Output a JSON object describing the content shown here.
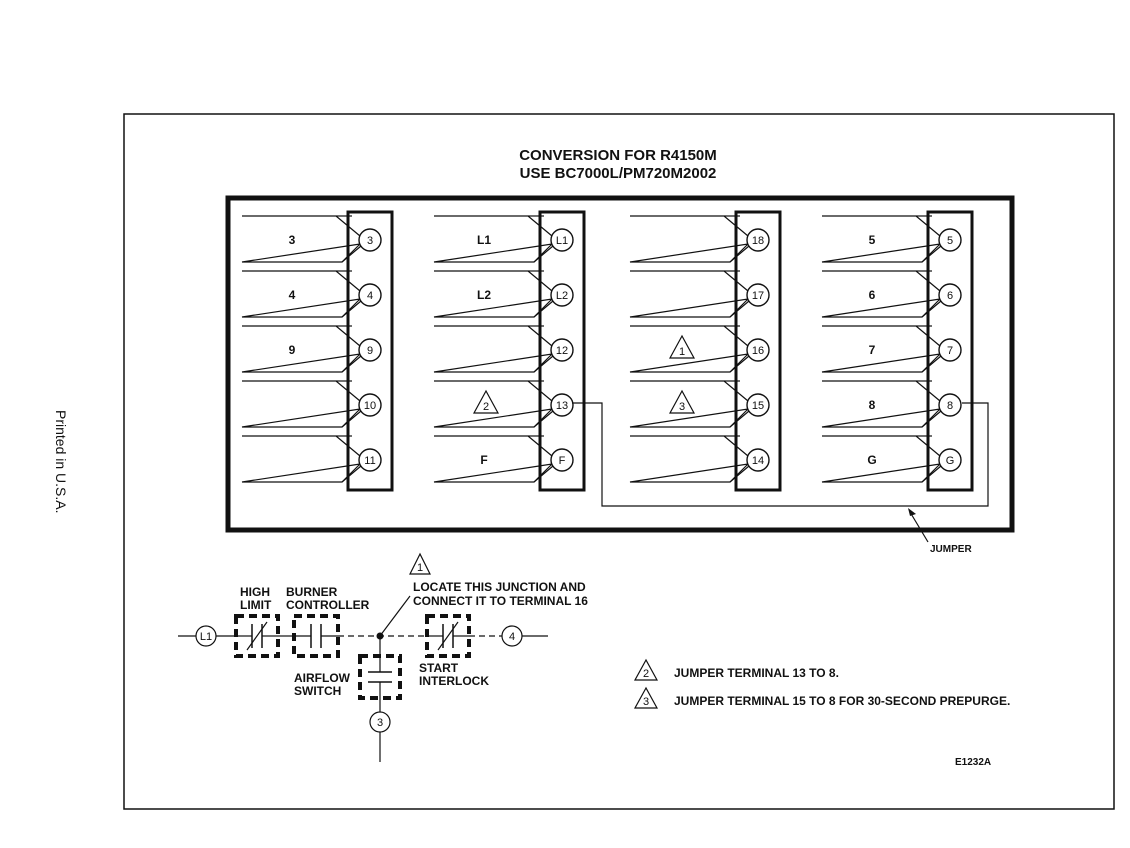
{
  "side_text": "Printed in U.S.A.",
  "title_line1": "CONVERSION FOR R4150M",
  "title_line2": "USE BC7000L/PM720M2002",
  "columns": [
    {
      "rows": [
        {
          "label": "3",
          "terminal": "3"
        },
        {
          "label": "4",
          "terminal": "4"
        },
        {
          "label": "9",
          "terminal": "9"
        },
        {
          "label": "",
          "terminal": "10"
        },
        {
          "label": "",
          "terminal": "11"
        }
      ]
    },
    {
      "rows": [
        {
          "label": "L1",
          "terminal": "L1"
        },
        {
          "label": "L2",
          "terminal": "L2"
        },
        {
          "label": "",
          "terminal": "12"
        },
        {
          "label": "",
          "terminal": "13",
          "note": "2"
        },
        {
          "label": "F",
          "terminal": "F"
        }
      ]
    },
    {
      "rows": [
        {
          "label": "",
          "terminal": "18"
        },
        {
          "label": "",
          "terminal": "17"
        },
        {
          "label": "",
          "terminal": "16",
          "note": "1"
        },
        {
          "label": "",
          "terminal": "15",
          "note": "3"
        },
        {
          "label": "",
          "terminal": "14"
        }
      ]
    },
    {
      "rows": [
        {
          "label": "5",
          "terminal": "5"
        },
        {
          "label": "6",
          "terminal": "6"
        },
        {
          "label": "7",
          "terminal": "7"
        },
        {
          "label": "8",
          "terminal": "8"
        },
        {
          "label": "G",
          "terminal": "G"
        }
      ]
    }
  ],
  "jumper_label": "JUMPER",
  "schematic": {
    "note_marker": "1",
    "locate_line1": "LOCATE THIS JUNCTION AND",
    "locate_line2": "CONNECT IT TO TERMINAL 16",
    "high_limit_line1": "HIGH",
    "high_limit_line2": "LIMIT",
    "burner_line1": "BURNER",
    "burner_line2": "CONTROLLER",
    "airflow_line1": "AIRFLOW",
    "airflow_line2": "SWITCH",
    "start_line1": "START",
    "start_line2": "INTERLOCK",
    "terminal_left": "L1",
    "terminal_right": "4",
    "terminal_bottom": "3"
  },
  "notes": [
    {
      "marker": "2",
      "text": "JUMPER TERMINAL 13 TO 8."
    },
    {
      "marker": "3",
      "text": "JUMPER TERMINAL 15 TO 8 FOR 30-SECOND PREPURGE."
    }
  ],
  "figure_code": "E1232A"
}
